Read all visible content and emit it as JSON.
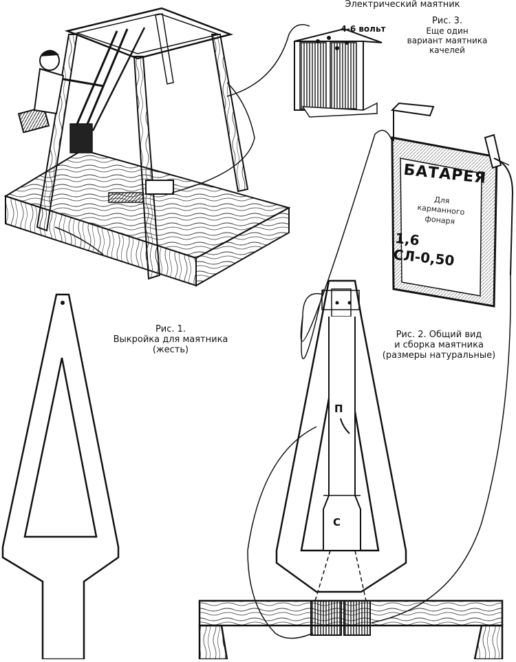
{
  "labels": {
    "top_title": "Электрический маятник",
    "voltage": "4-6 вольт",
    "fig3_title": "Рис. 3.",
    "fig3_line1": "Еще один",
    "fig3_line2": "вариант маятника",
    "fig3_line3": "качелей",
    "fig1_title": "Рис. 1.",
    "fig1_line1": "Выкройка для маятника",
    "fig1_line2": "(жесть)",
    "fig2_line1": "Рис. 2. Общий вид",
    "fig2_line2": "и сборка маятника",
    "fig2_line3": "(размеры натуральные)",
    "letter_p": "П",
    "letter_c": "С"
  },
  "battery": {
    "title": "БАТАРЕЯ",
    "line1": "Для",
    "line2": "карманного",
    "line3": "фонаря",
    "model": "1,6 СЛ-0,50"
  },
  "colors": {
    "ink": "#111111",
    "paper": "#ffffff"
  }
}
